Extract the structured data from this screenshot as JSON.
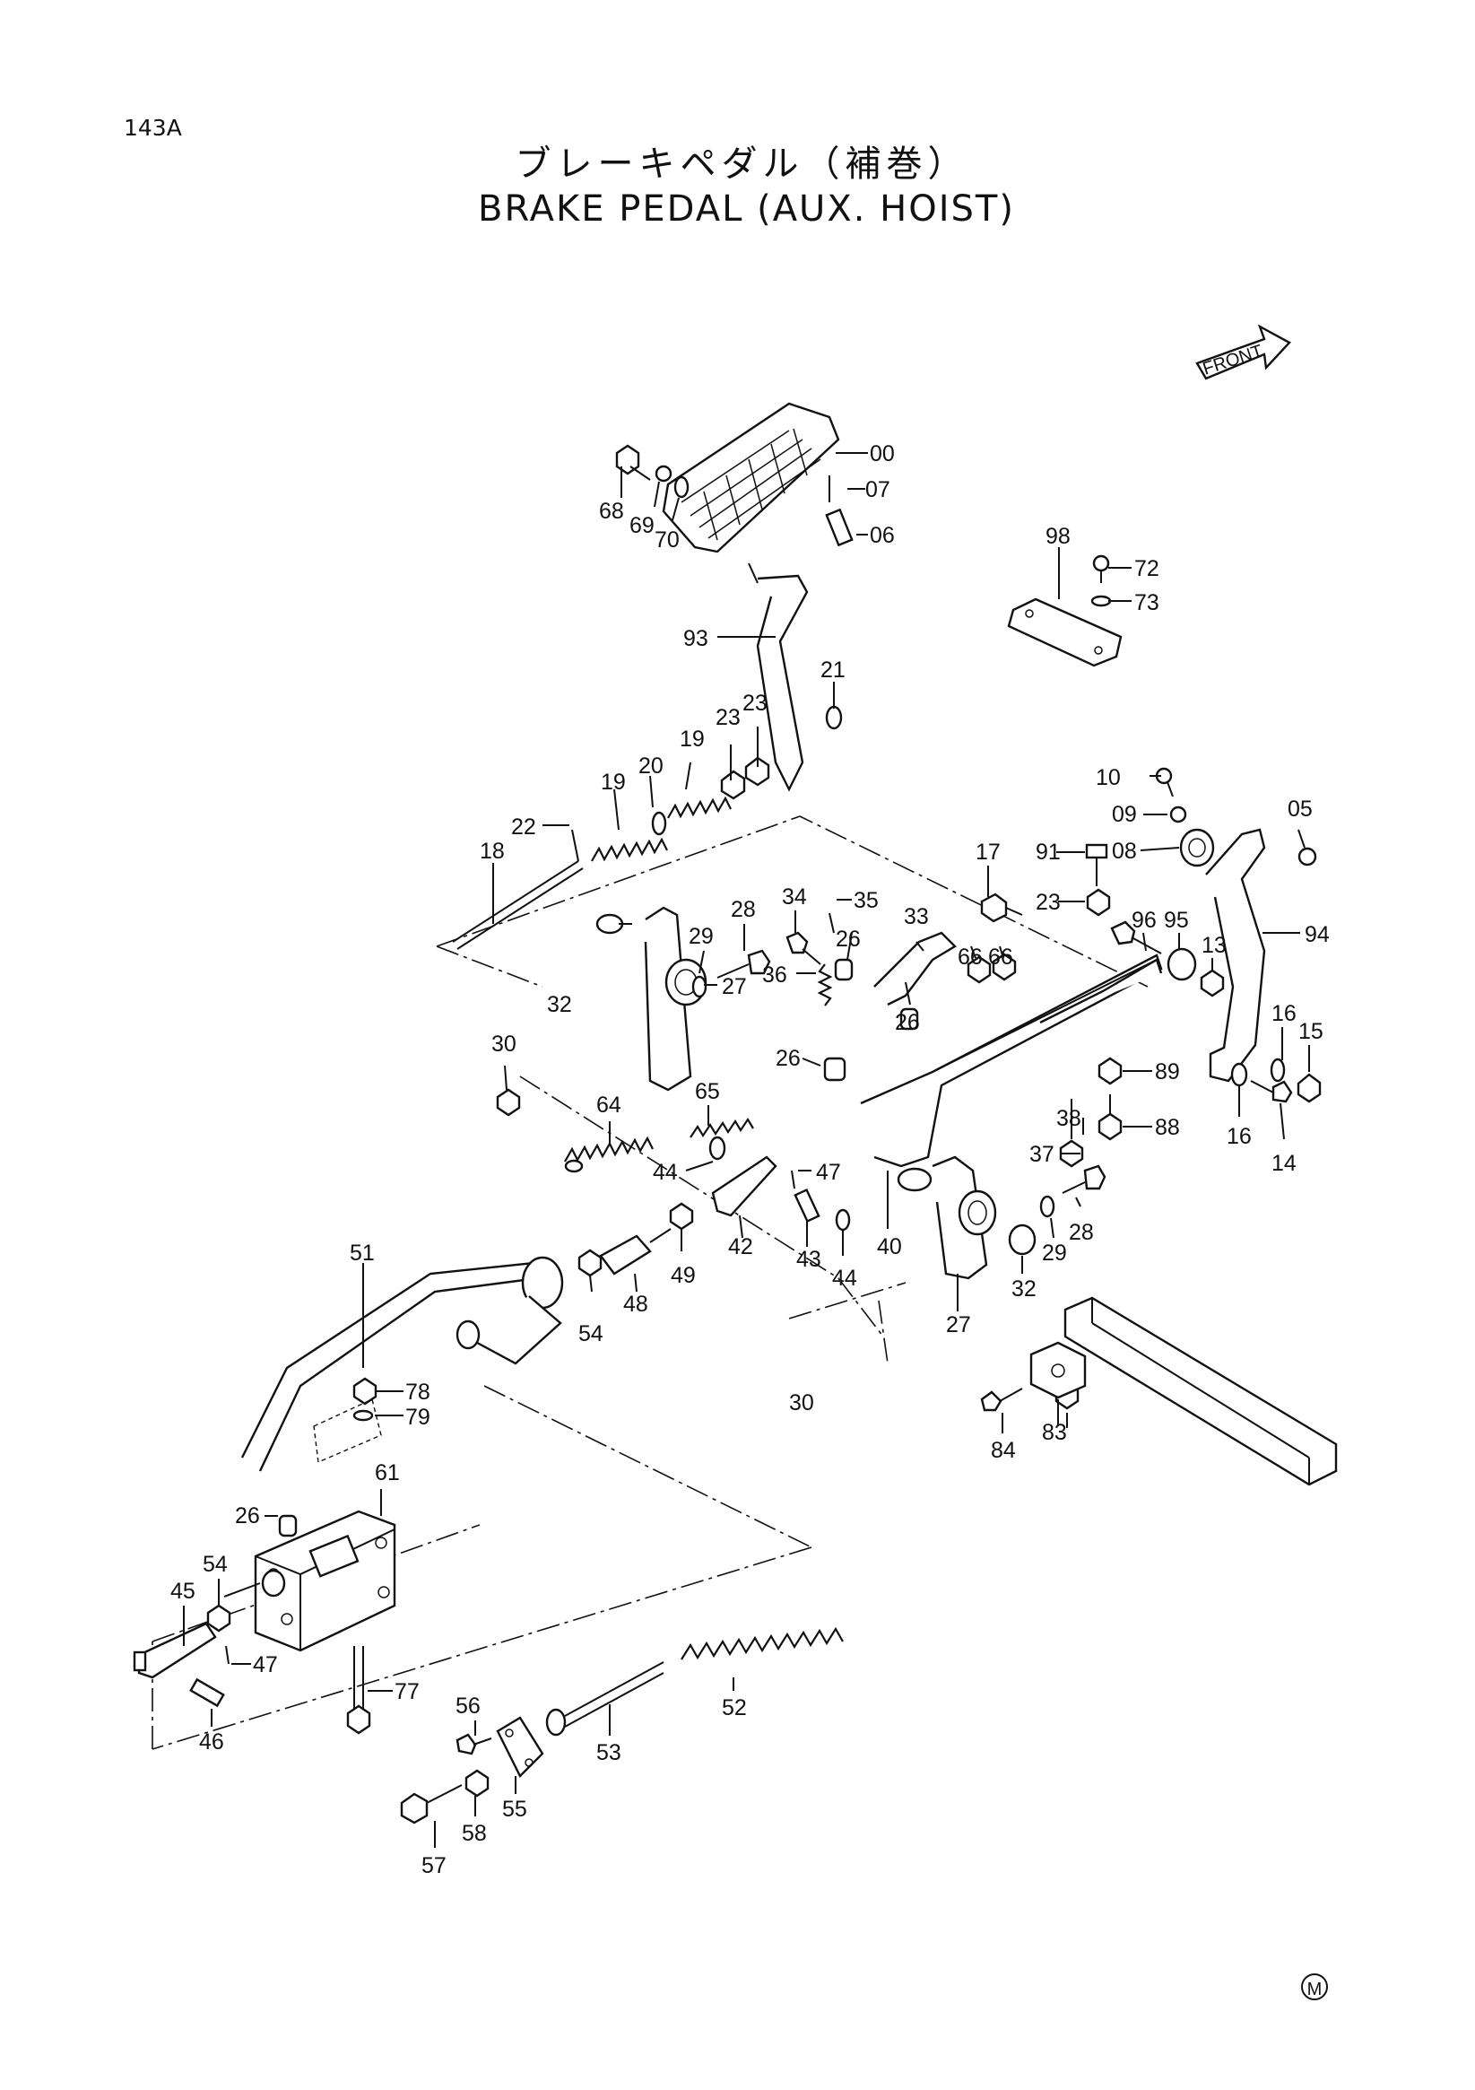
{
  "header": {
    "page_number": "143A",
    "title_jp": "ブレーキペダル（補巻）",
    "title_en": "BRAKE PEDAL (AUX. HOIST)"
  },
  "front_indicator": "FRONT",
  "mark": "M",
  "callouts": [
    {
      "id": "00",
      "label": "00"
    },
    {
      "id": "07",
      "label": "07"
    },
    {
      "id": "06",
      "label": "06"
    },
    {
      "id": "68",
      "label": "68"
    },
    {
      "id": "69",
      "label": "69"
    },
    {
      "id": "70",
      "label": "70"
    },
    {
      "id": "98",
      "label": "98"
    },
    {
      "id": "72",
      "label": "72"
    },
    {
      "id": "73",
      "label": "73"
    },
    {
      "id": "93",
      "label": "93"
    },
    {
      "id": "21",
      "label": "21"
    },
    {
      "id": "23a",
      "label": "23"
    },
    {
      "id": "23b",
      "label": "23"
    },
    {
      "id": "19a",
      "label": "19"
    },
    {
      "id": "20",
      "label": "20"
    },
    {
      "id": "19b",
      "label": "19"
    },
    {
      "id": "22",
      "label": "22"
    },
    {
      "id": "18",
      "label": "18"
    },
    {
      "id": "10",
      "label": "10"
    },
    {
      "id": "09",
      "label": "09"
    },
    {
      "id": "05",
      "label": "05"
    },
    {
      "id": "08",
      "label": "08"
    },
    {
      "id": "17",
      "label": "17"
    },
    {
      "id": "91",
      "label": "91"
    },
    {
      "id": "23c",
      "label": "23"
    },
    {
      "id": "96",
      "label": "96"
    },
    {
      "id": "95",
      "label": "95"
    },
    {
      "id": "13",
      "label": "13"
    },
    {
      "id": "94",
      "label": "94"
    },
    {
      "id": "28a",
      "label": "28"
    },
    {
      "id": "34",
      "label": "34"
    },
    {
      "id": "35",
      "label": "35"
    },
    {
      "id": "33",
      "label": "33"
    },
    {
      "id": "29a",
      "label": "29"
    },
    {
      "id": "26a",
      "label": "26"
    },
    {
      "id": "66a",
      "label": "66"
    },
    {
      "id": "66b",
      "label": "66"
    },
    {
      "id": "32a",
      "label": "32"
    },
    {
      "id": "36",
      "label": "36"
    },
    {
      "id": "27a",
      "label": "27"
    },
    {
      "id": "26b",
      "label": "26"
    },
    {
      "id": "26c",
      "label": "26"
    },
    {
      "id": "16a",
      "label": "16"
    },
    {
      "id": "15",
      "label": "15"
    },
    {
      "id": "89",
      "label": "89"
    },
    {
      "id": "30a",
      "label": "30"
    },
    {
      "id": "64",
      "label": "64"
    },
    {
      "id": "65",
      "label": "65"
    },
    {
      "id": "38",
      "label": "38"
    },
    {
      "id": "88",
      "label": "88"
    },
    {
      "id": "16b",
      "label": "16"
    },
    {
      "id": "14",
      "label": "14"
    },
    {
      "id": "37",
      "label": "37"
    },
    {
      "id": "44a",
      "label": "44"
    },
    {
      "id": "47a",
      "label": "47"
    },
    {
      "id": "28b",
      "label": "28"
    },
    {
      "id": "29b",
      "label": "29"
    },
    {
      "id": "40",
      "label": "40"
    },
    {
      "id": "42",
      "label": "42"
    },
    {
      "id": "43",
      "label": "43"
    },
    {
      "id": "44b",
      "label": "44"
    },
    {
      "id": "32b",
      "label": "32"
    },
    {
      "id": "51",
      "label": "51"
    },
    {
      "id": "48",
      "label": "48"
    },
    {
      "id": "49",
      "label": "49"
    },
    {
      "id": "54a",
      "label": "54"
    },
    {
      "id": "27b",
      "label": "27"
    },
    {
      "id": "30b",
      "label": "30"
    },
    {
      "id": "78",
      "label": "78"
    },
    {
      "id": "79",
      "label": "79"
    },
    {
      "id": "84",
      "label": "84"
    },
    {
      "id": "83",
      "label": "83"
    },
    {
      "id": "61",
      "label": "61"
    },
    {
      "id": "26d",
      "label": "26"
    },
    {
      "id": "54b",
      "label": "54"
    },
    {
      "id": "45",
      "label": "45"
    },
    {
      "id": "47b",
      "label": "47"
    },
    {
      "id": "46",
      "label": "46"
    },
    {
      "id": "77",
      "label": "77"
    },
    {
      "id": "52",
      "label": "52"
    },
    {
      "id": "56",
      "label": "56"
    },
    {
      "id": "53",
      "label": "53"
    },
    {
      "id": "55",
      "label": "55"
    },
    {
      "id": "57",
      "label": "57"
    },
    {
      "id": "58",
      "label": "58"
    }
  ]
}
